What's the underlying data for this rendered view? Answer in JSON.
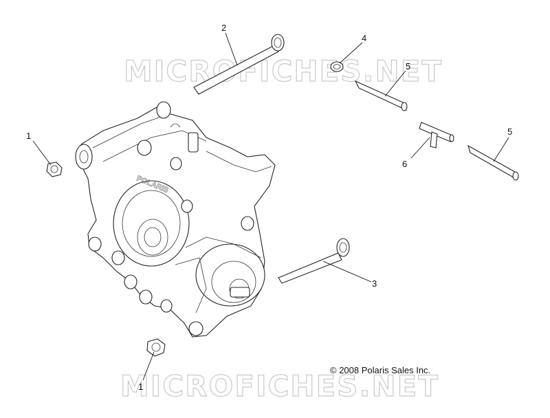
{
  "watermark": {
    "text": "MICROFICHES.NET"
  },
  "callouts": [
    {
      "label": "1"
    },
    {
      "label": "1"
    },
    {
      "label": "2"
    },
    {
      "label": "3"
    },
    {
      "label": "4"
    },
    {
      "label": "5"
    },
    {
      "label": "5"
    },
    {
      "label": "6"
    }
  ],
  "transmission": {
    "brand_text": "POLARIS"
  },
  "copyright": "© 2008 Polaris Sales Inc."
}
